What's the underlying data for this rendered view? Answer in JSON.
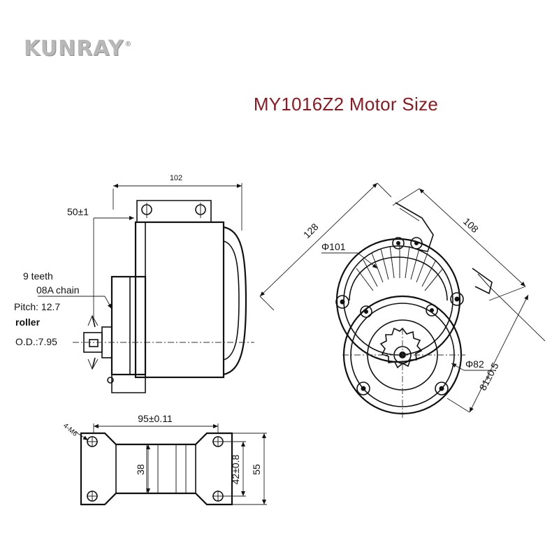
{
  "brand": {
    "name": "KUNRAY",
    "mark": "®"
  },
  "title": "MY1016Z2 Motor Size",
  "dimensions": {
    "length_102": "102",
    "shaft_50": "50±1",
    "diag_128": "128",
    "diag_108": "108",
    "dia_101": "Φ101",
    "dia_82": "Φ82",
    "d_81": "81±0.5",
    "mount_95": "95±0.11",
    "holes": "4-M6",
    "h_38": "38",
    "h_42": "42±0.8",
    "h_55": "55"
  },
  "notes": {
    "teeth": "9 teeth",
    "chain": "08A chain",
    "pitch": "Pitch: 12.7",
    "roller": "roller",
    "od": "O.D.:7.95"
  }
}
